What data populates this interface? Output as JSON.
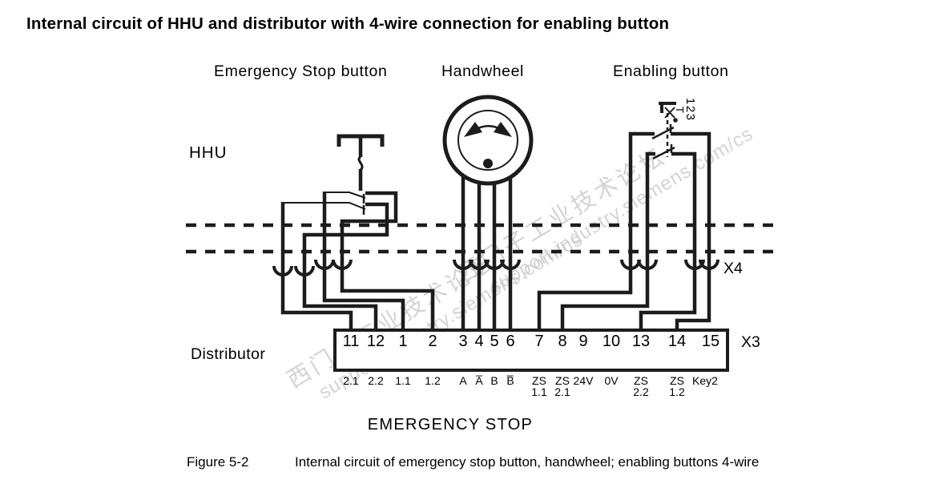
{
  "figure": {
    "title": "Internal circuit of HHU and distributor with 4-wire connection for enabling button",
    "caption_label": "Figure 5-2",
    "caption_text": "Internal circuit of emergency stop button, handwheel; enabling buttons 4-wire",
    "bottom_label": "EMERGENCY STOP"
  },
  "sections": {
    "emergency_stop": "Emergency Stop button",
    "handwheel": "Handwheel",
    "enabling_button": "Enabling button"
  },
  "units": {
    "hhu": "HHU",
    "distributor": "Distributor"
  },
  "connectors": {
    "x4": "X4",
    "x3": "X3"
  },
  "enabling_switch": {
    "positions": "123",
    "t": "T"
  },
  "strip": {
    "terminals": [
      {
        "number": "11",
        "signal1": "2.1",
        "signal2": ""
      },
      {
        "number": "12",
        "signal1": "2.2",
        "signal2": ""
      },
      {
        "number": "1",
        "signal1": "1.1",
        "signal2": ""
      },
      {
        "number": "2",
        "signal1": "1.2",
        "signal2": ""
      },
      {
        "number": "3",
        "signal1": "A",
        "signal2": ""
      },
      {
        "number": "4",
        "signal1": "A̅",
        "signal2": ""
      },
      {
        "number": "5",
        "signal1": "B",
        "signal2": ""
      },
      {
        "number": "6",
        "signal1": "B̅",
        "signal2": ""
      },
      {
        "number": "7",
        "signal1": "ZS",
        "signal2": "1.1"
      },
      {
        "number": "8",
        "signal1": "ZS",
        "signal2": "2.1"
      },
      {
        "number": "9",
        "signal1": "24V",
        "signal2": ""
      },
      {
        "number": "10",
        "signal1": "0V",
        "signal2": ""
      },
      {
        "number": "13",
        "signal1": "ZS",
        "signal2": "2.2"
      },
      {
        "number": "14",
        "signal1": "ZS",
        "signal2": "1.2"
      },
      {
        "number": "15",
        "signal1": "Key2",
        "signal2": ""
      }
    ]
  },
  "watermark": {
    "line1": "西门子工业技术论坛",
    "line2": "support.industry.siemens.com/cs"
  },
  "colors": {
    "line": "#1c1c1c",
    "text": "#000000",
    "watermark": "#c9c9c9"
  }
}
